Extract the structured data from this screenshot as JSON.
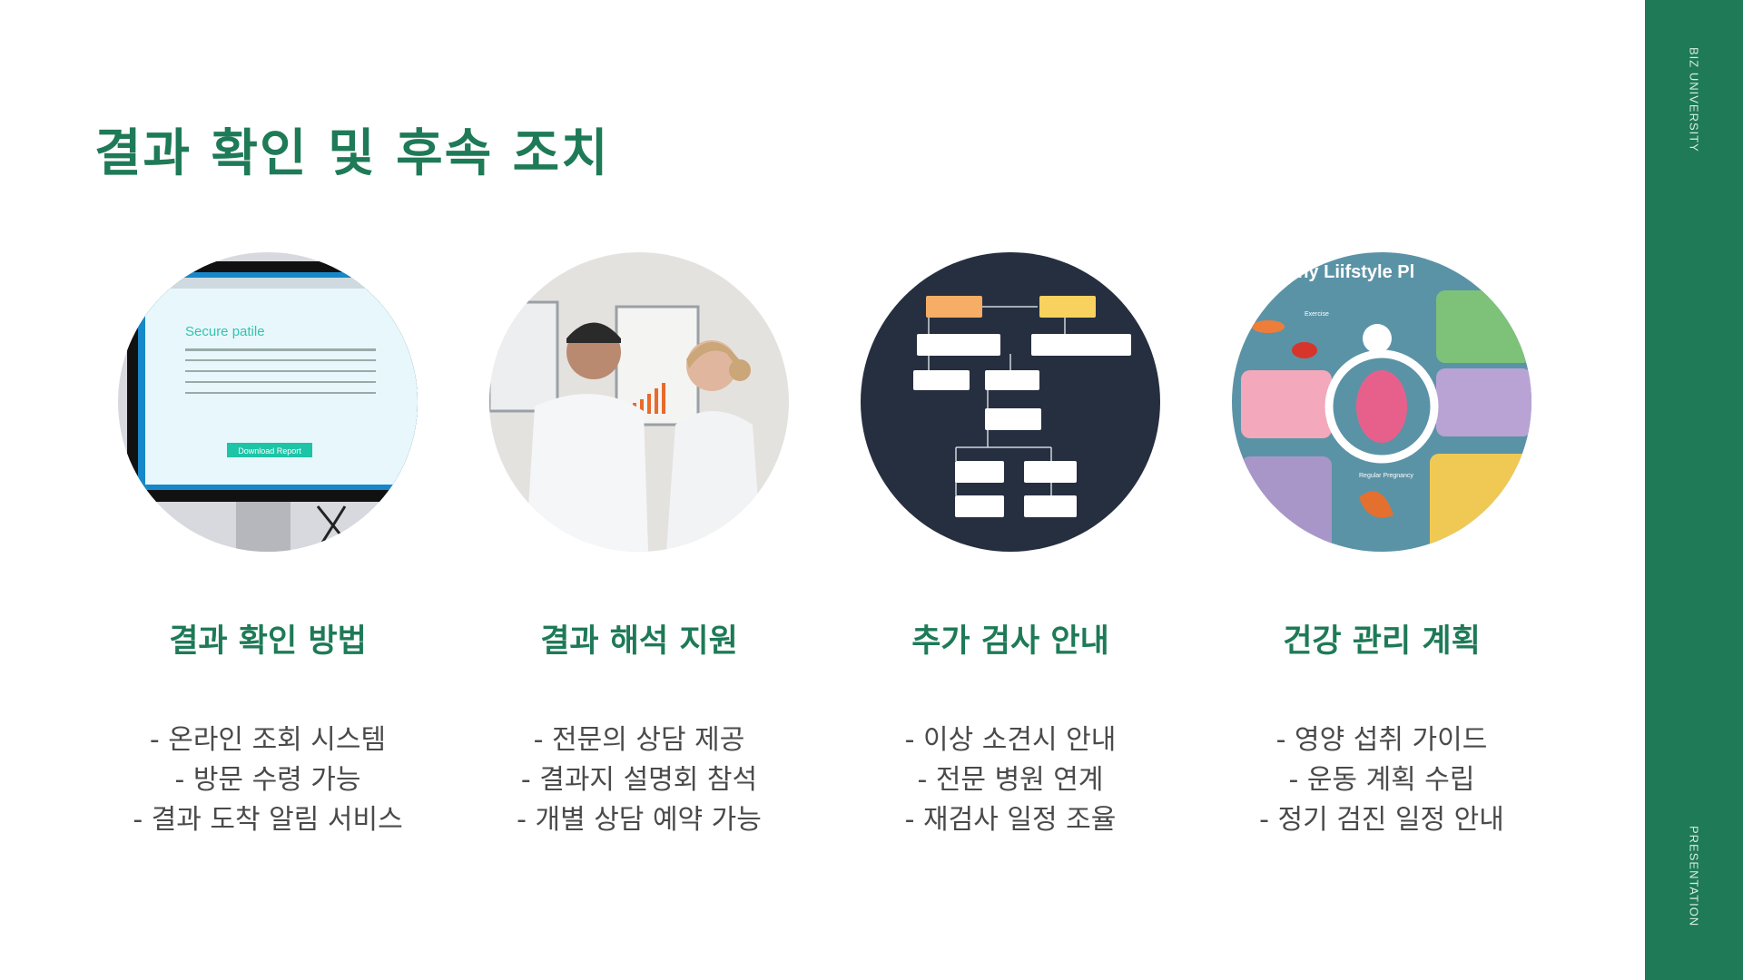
{
  "side": {
    "top_label": "BIZ UNIVERSITY",
    "bottom_label": "PRESENTATION"
  },
  "page": {
    "title": "결과 확인 및 후속 조치"
  },
  "colors": {
    "accent": "#1e7a57",
    "body_text": "#4a4a4a"
  },
  "cards": [
    {
      "title": "결과 확인 방법",
      "lines": [
        "- 온라인 조회 시스템",
        "- 방문 수령 가능",
        "- 결과 도착 알림 서비스"
      ],
      "image": {
        "kind": "photo-monitor",
        "heading_text": "Secure patile",
        "button_text": "Download Report"
      }
    },
    {
      "title": "결과 해석 지원",
      "lines": [
        "- 전문의 상담 제공",
        "- 결과지 설명회 참석",
        "- 개별 상담 예약 가능"
      ],
      "image": {
        "kind": "photo-doctors"
      }
    },
    {
      "title": "추가 검사 안내",
      "lines": [
        "- 이상 소견시 안내",
        "- 전문 병원 연계",
        "- 재검사 일정 조율"
      ],
      "image": {
        "kind": "flowchart"
      }
    },
    {
      "title": "건강 관리 계획",
      "lines": [
        "- 영양 섭취 가이드",
        "- 운동 계획 수립",
        "- 정기 검진 일정 안내"
      ],
      "image": {
        "kind": "infographic",
        "heading_text": "lthy Liifstyle Pl",
        "label_1": "Exercise",
        "label_2": "Regular Pregnancy"
      }
    }
  ]
}
